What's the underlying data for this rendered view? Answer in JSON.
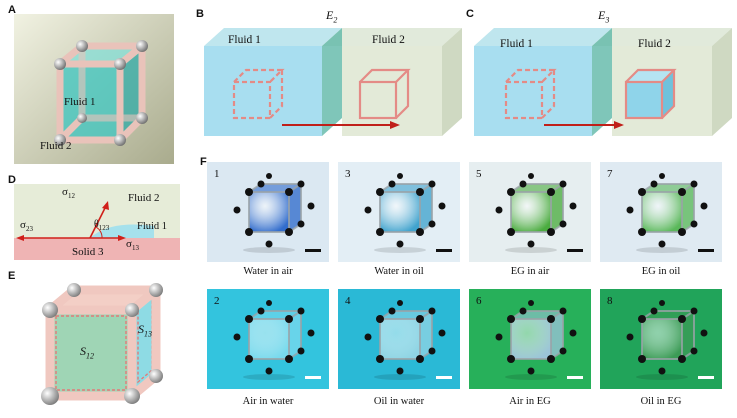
{
  "panels": {
    "A": {
      "letter": "A",
      "fluid1": "Fluid 1",
      "fluid2": "Fluid 2"
    },
    "B": {
      "letter": "B",
      "energy": "E",
      "energy_sub": "2",
      "fluid1": "Fluid 1",
      "fluid2": "Fluid 2"
    },
    "C": {
      "letter": "C",
      "energy": "E",
      "energy_sub": "3",
      "fluid1": "Fluid 1",
      "fluid2": "Fluid 2"
    },
    "D": {
      "letter": "D",
      "sigma12": "σ",
      "sigma12_sub": "12",
      "sigma23": "σ",
      "sigma23_sub": "23",
      "sigma13": "σ",
      "sigma13_sub": "13",
      "theta": "θ",
      "theta_sub": "123",
      "fluid1": "Fluid 1",
      "fluid2": "Fluid 2",
      "solid3": "Solid 3"
    },
    "E": {
      "letter": "E",
      "s12": "S",
      "s12_sub": "12",
      "s13": "S",
      "s13_sub": "13"
    },
    "F": {
      "letter": "F"
    }
  },
  "photos": [
    {
      "number": "1",
      "caption": "Water in air",
      "bg": "#dbe8f2",
      "liquid": "#1f5fc8",
      "scale_color": "#111111"
    },
    {
      "number": "3",
      "caption": "Water in oil",
      "bg": "#e3eef5",
      "liquid": "#2f9bc9",
      "scale_color": "#111111"
    },
    {
      "number": "5",
      "caption": "EG in air",
      "bg": "#e6eef0",
      "liquid": "#3aa52c",
      "scale_color": "#111111"
    },
    {
      "number": "7",
      "caption": "EG in oil",
      "bg": "#dfeaf2",
      "liquid": "#4cb34a",
      "scale_color": "#111111"
    },
    {
      "number": "2",
      "caption": "Air in water",
      "bg": "#33c4de",
      "liquid": "#7fdcef",
      "scale_color": "#ffffff"
    },
    {
      "number": "4",
      "caption": "Oil in water",
      "bg": "#2ab9d6",
      "liquid": "#9ad7e5",
      "scale_color": "#ffffff"
    },
    {
      "number": "6",
      "caption": "Air in EG",
      "bg": "#27b05a",
      "liquid": "#a8c6e6",
      "scale_color": "#ffffff"
    },
    {
      "number": "8",
      "caption": "Oil in EG",
      "bg": "#21a45a",
      "liquid": "#3f9a55",
      "scale_color": "#ffffff"
    }
  ]
}
